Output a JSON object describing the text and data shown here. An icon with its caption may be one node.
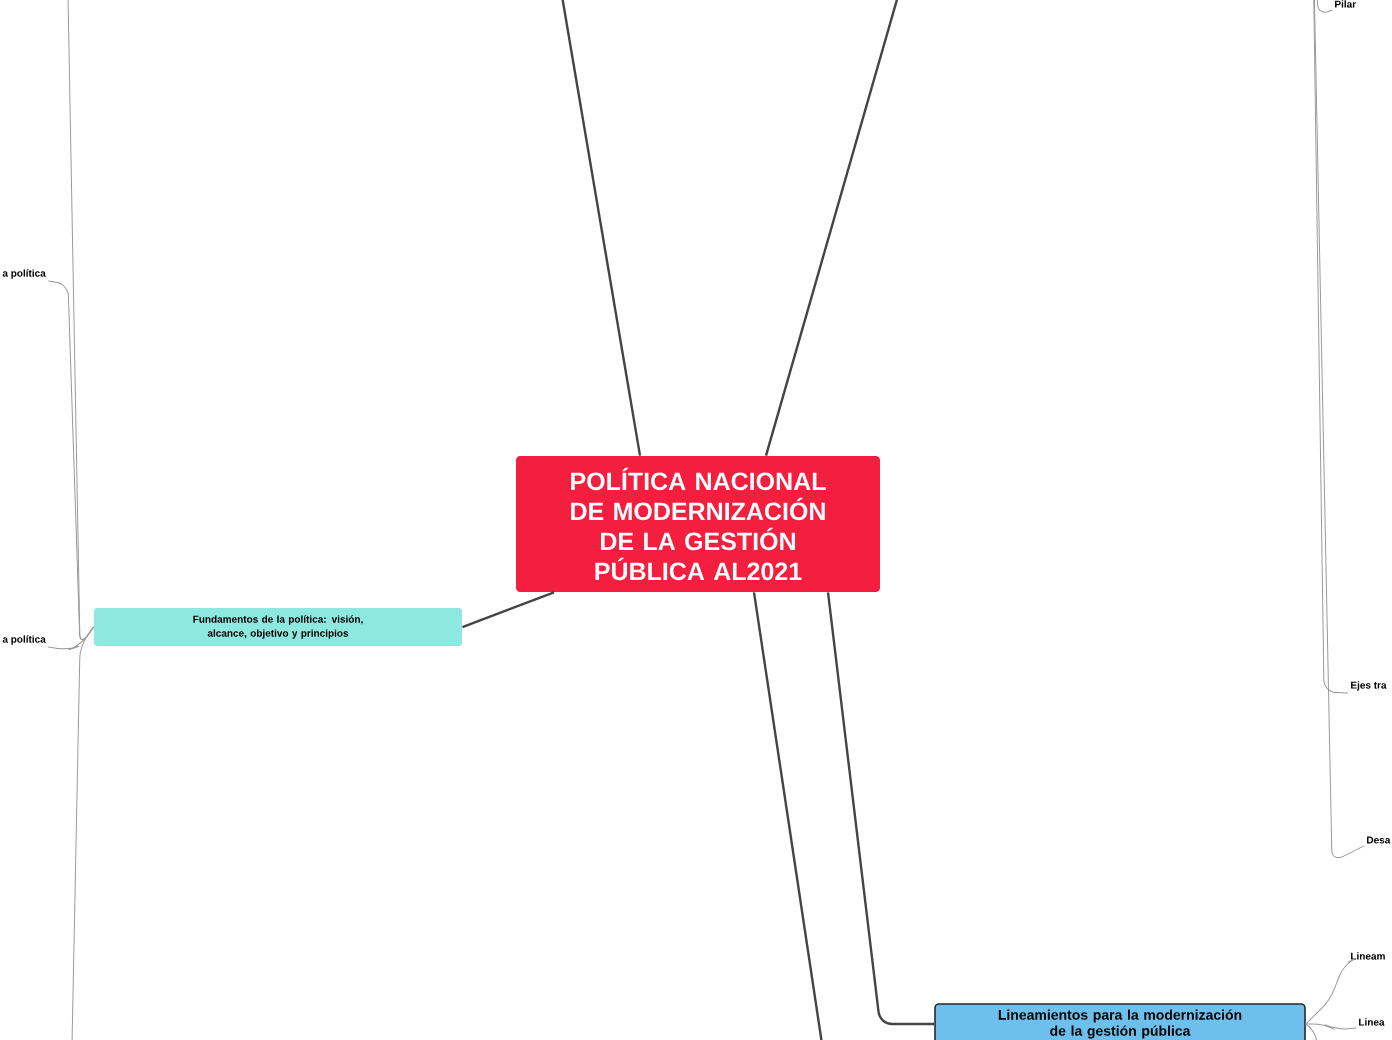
{
  "diagram": {
    "nodes": [
      {
        "text": [
          "POLÍTICA NACIONAL DE MODERNIZACIÓN DE LA GESTIÓN PÚBLICA AL2021"
        ]
      },
      {
        "text": [
          "Fundamentos de la política: visión, alcance, objetivo y principios"
        ]
      },
      {
        "text": [
          "Lineamientos para la modernización de la gestión pública"
        ]
      },
      {
        "text": [
          "a política"
        ]
      },
      {
        "text": [
          "a política"
        ]
      },
      {
        "text": [
          "Pilar"
        ]
      },
      {
        "text": [
          "Ejes tra"
        ]
      },
      {
        "text": [
          "Desa"
        ]
      },
      {
        "text": [
          "Lineam"
        ]
      },
      {
        "text": [
          "Linea"
        ]
      }
    ],
    "edges": [
      {
        "from": 0,
        "to": null,
        "arrow": "none",
        "color": "#444444"
      },
      {
        "from": 0,
        "to": null,
        "arrow": "none",
        "color": "#444444"
      },
      {
        "from": 0,
        "to": 1,
        "arrow": "none",
        "color": "#444444"
      },
      {
        "from": 0,
        "to": null,
        "arrow": "none",
        "color": "#444444"
      },
      {
        "from": 0,
        "to": 2,
        "arrow": "none",
        "color": "#444444"
      },
      {
        "from": 1,
        "to": 3,
        "arrow": "none"
      },
      {
        "from": 1,
        "to": 4,
        "arrow": "none"
      },
      {
        "from": 1,
        "to": null,
        "arrow": "none"
      },
      {
        "from": 1,
        "to": null,
        "arrow": "none"
      },
      {
        "from": null,
        "to": 5,
        "arrow": "none"
      },
      {
        "from": null,
        "to": 6,
        "arrow": "none"
      },
      {
        "from": null,
        "to": 7,
        "arrow": "none"
      },
      {
        "from": 2,
        "to": 8,
        "arrow": "none"
      },
      {
        "from": 2,
        "to": 9,
        "arrow": "none"
      },
      {
        "from": 2,
        "to": null,
        "arrow": "none"
      }
    ]
  }
}
